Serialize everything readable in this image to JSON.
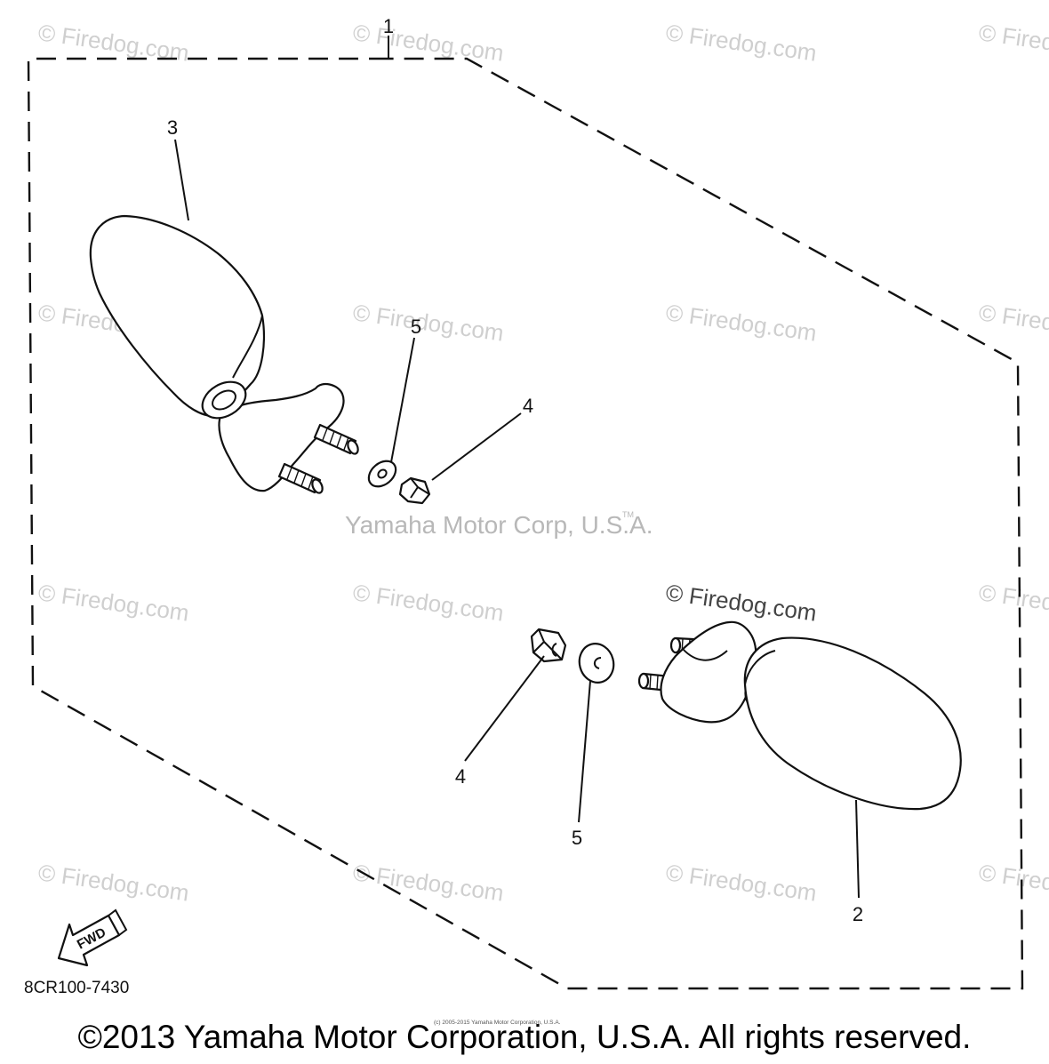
{
  "callouts": {
    "c1": "1",
    "c2": "2",
    "c3": "3",
    "c4a": "4",
    "c4b": "4",
    "c5a": "5",
    "c5b": "5"
  },
  "watermarks": {
    "firedog": "© Firedog.com",
    "center": "Yamaha Motor Corp, U.S.A.",
    "tm": "TM",
    "tiny_credit": "(c) 2005-2015 Yamaha Motor Corporation, U.S.A."
  },
  "fwd_label": "FWD",
  "diagram_code": "8CR100-7430",
  "copyright": "©2013 Yamaha Motor Corporation, U.S.A. All rights reserved."
}
